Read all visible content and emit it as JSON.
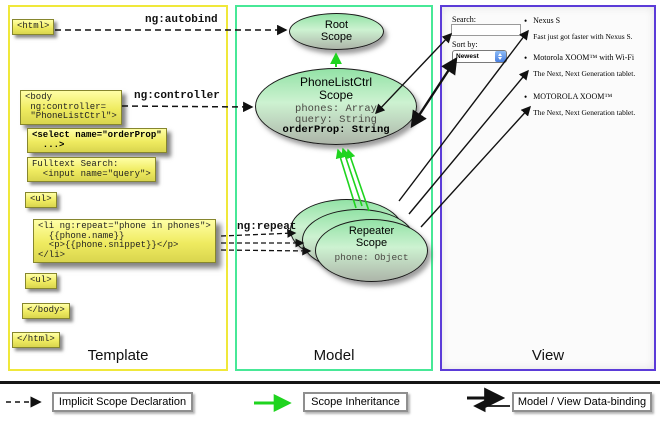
{
  "colors": {
    "template_border": "#f0e83a",
    "model_border": "#47e897",
    "view_border": "#5b3bd8",
    "code_box_fill": "#f3ee6a",
    "scope_fill": "#a8e7b5",
    "inheritance_green": "#1fd41f",
    "arrow_black": "#111111"
  },
  "columns": {
    "template_label": "Template",
    "model_label": "Model",
    "view_label": "View"
  },
  "arrows": {
    "autobind_label": "ng:autobind",
    "controller_label": "ng:controller",
    "repeat_label": "ng:repeat"
  },
  "template_boxes": {
    "html_open": "<html>",
    "body_open": "<body\n ng:controller=\n \"PhoneListCtrl\">",
    "select": "<select name=\"orderProp\"\n  ...>",
    "fulltext": "Fulltext Search:\n  <input name=\"query\">",
    "ul_open": "<ul>",
    "li_repeat": "<li ng:repeat=\"phone in phones\">\n  {{phone.name}}\n  <p>{{phone.snippet}}</p>\n</li>",
    "ul_close": "<ul>",
    "body_close": "</body>",
    "html_close": "</html>"
  },
  "model": {
    "root_scope": {
      "line1": "Root",
      "line2": "Scope"
    },
    "phonelist_scope": {
      "line1": "PhoneListCtrl",
      "line2": "Scope",
      "prop1": "phones: Array",
      "prop2": "query: String",
      "prop3": "orderProp: String"
    },
    "repeater_scope": {
      "line1": "Repeater",
      "line2": "Scope",
      "prop": "phone: Object"
    }
  },
  "view": {
    "search_label": "Search:",
    "search_value": "",
    "sort_label": "Sort by:",
    "sort_value": "Newest",
    "bullet": "•",
    "items": [
      {
        "title": "Nexus S",
        "desc": "Fast just got faster with Nexus S."
      },
      {
        "title": "Motorola XOOM™ with Wi-Fi",
        "desc": "The Next, Next Generation tablet."
      },
      {
        "title": "MOTOROLA XOOM™",
        "desc": "The Next, Next Generation tablet."
      }
    ]
  },
  "legend": {
    "implicit": "Implicit Scope Declaration",
    "inheritance": "Scope Inheritance",
    "databinding": "Model / View Data-binding"
  }
}
